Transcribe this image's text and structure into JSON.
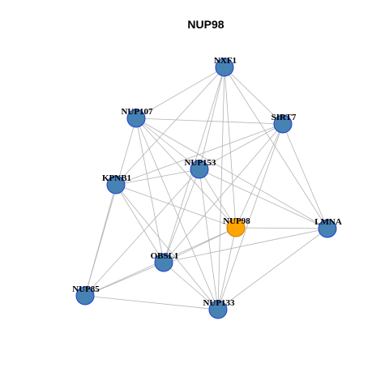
{
  "title": "NUP98",
  "colors": {
    "background": "#ffffff",
    "edge": "#b3b3b3",
    "node_fill": "#4682b4",
    "node_stroke": "#1f3fcf",
    "focus_fill": "#ffa500",
    "focus_stroke": "#cc7a00"
  },
  "network": {
    "focus": "NUP98",
    "nodes": [
      {
        "id": "NXF1",
        "label": "NXF1"
      },
      {
        "id": "NUP107",
        "label": "NUP107"
      },
      {
        "id": "SIRT7",
        "label": "SIRT7"
      },
      {
        "id": "NUP153",
        "label": "NUP153"
      },
      {
        "id": "KPNB1",
        "label": "KPNB1"
      },
      {
        "id": "NUP98",
        "label": "NUP98"
      },
      {
        "id": "LMNA",
        "label": "LMNA"
      },
      {
        "id": "OBSL1",
        "label": "OBSL1"
      },
      {
        "id": "NUP85",
        "label": "NUP85"
      },
      {
        "id": "NUP133",
        "label": "NUP133"
      }
    ],
    "edges": [
      [
        "NXF1",
        "NUP107"
      ],
      [
        "NXF1",
        "KPNB1"
      ],
      [
        "NXF1",
        "NUP153"
      ],
      [
        "NXF1",
        "NUP98"
      ],
      [
        "NXF1",
        "OBSL1"
      ],
      [
        "NXF1",
        "NUP133"
      ],
      [
        "NXF1",
        "SIRT7"
      ],
      [
        "NXF1",
        "LMNA"
      ],
      [
        "NUP107",
        "SIRT7"
      ],
      [
        "NUP107",
        "NUP153"
      ],
      [
        "NUP107",
        "NUP98"
      ],
      [
        "NUP107",
        "OBSL1"
      ],
      [
        "NUP107",
        "NUP85"
      ],
      [
        "NUP107",
        "NUP133"
      ],
      [
        "NUP107",
        "LMNA"
      ],
      [
        "SIRT7",
        "NUP153"
      ],
      [
        "SIRT7",
        "KPNB1"
      ],
      [
        "SIRT7",
        "NUP98"
      ],
      [
        "SIRT7",
        "OBSL1"
      ],
      [
        "SIRT7",
        "NUP133"
      ],
      [
        "SIRT7",
        "LMNA"
      ],
      [
        "NUP153",
        "KPNB1"
      ],
      [
        "NUP153",
        "NUP98"
      ],
      [
        "NUP153",
        "OBSL1"
      ],
      [
        "NUP153",
        "NUP85"
      ],
      [
        "NUP153",
        "NUP133"
      ],
      [
        "NUP153",
        "LMNA"
      ],
      [
        "KPNB1",
        "NUP98"
      ],
      [
        "KPNB1",
        "OBSL1"
      ],
      [
        "KPNB1",
        "NUP85"
      ],
      [
        "KPNB1",
        "NUP133"
      ],
      [
        "NUP98",
        "LMNA"
      ],
      [
        "NUP98",
        "OBSL1"
      ],
      [
        "NUP98",
        "NUP133"
      ],
      [
        "NUP98",
        "NUP85"
      ],
      [
        "LMNA",
        "OBSL1"
      ],
      [
        "LMNA",
        "NUP133"
      ],
      [
        "OBSL1",
        "NUP85"
      ],
      [
        "OBSL1",
        "NUP133"
      ],
      [
        "NUP85",
        "NUP133"
      ]
    ]
  }
}
